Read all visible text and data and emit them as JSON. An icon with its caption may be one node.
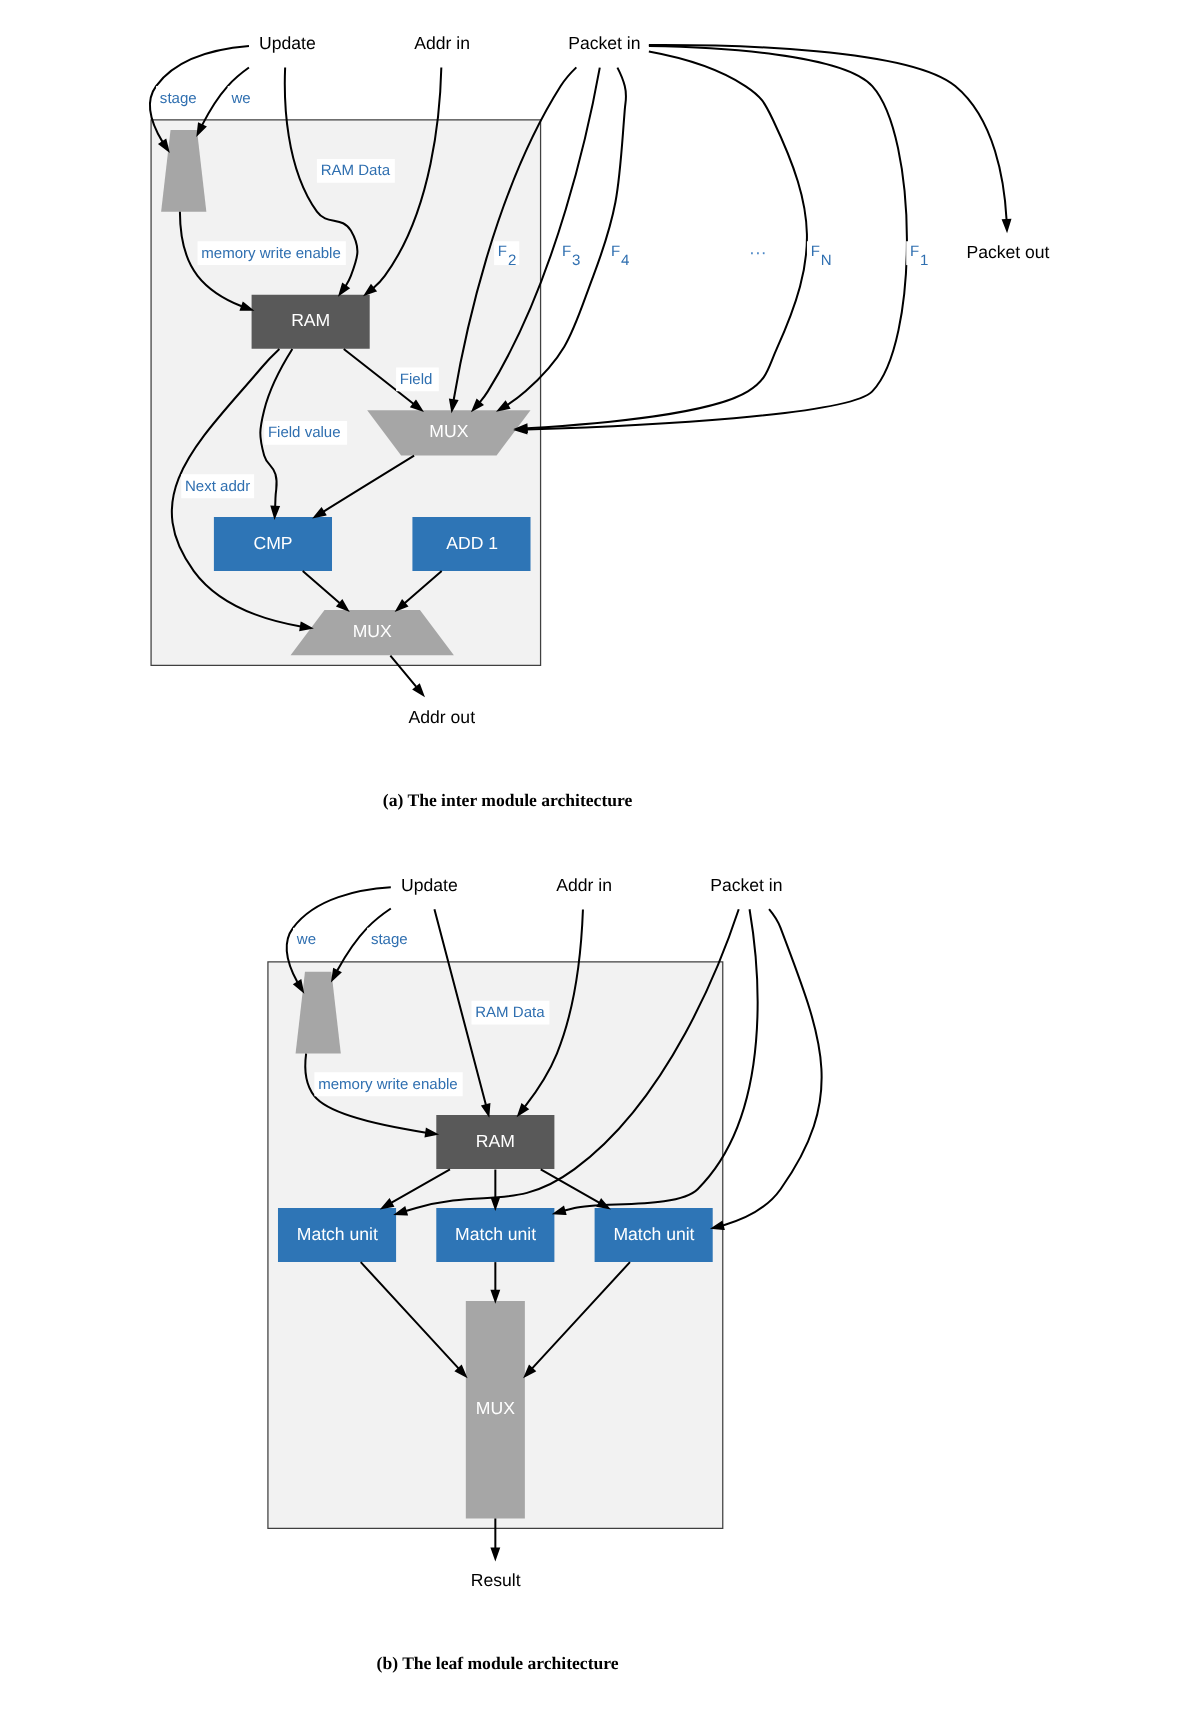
{
  "diagram": {
    "nodes": [
      {
        "text": [],
        "shape": "box"
      },
      {
        "text": [
          "Update"
        ]
      },
      {
        "text": [
          "Addr in"
        ]
      },
      {
        "text": [
          "Packet in"
        ]
      },
      {
        "text": [],
        "shape": "trapezoid",
        "in": 0
      },
      {
        "text": [
          "RAM"
        ],
        "in": 0
      },
      {
        "text": [
          "MUX"
        ],
        "in": 0
      },
      {
        "text": [
          "ADD 1"
        ],
        "in": 0
      },
      {
        "text": [
          "CMP"
        ],
        "in": 0
      },
      {
        "text": [
          "MUX"
        ],
        "in": 0
      },
      {
        "text": [
          "Addr out"
        ]
      },
      {
        "text": [
          "Packet out"
        ]
      },
      {
        "text": [],
        "shape": "box"
      },
      {
        "text": [
          "Update"
        ]
      },
      {
        "text": [
          "Addr in"
        ]
      },
      {
        "text": [
          "Packet in"
        ]
      },
      {
        "text": [],
        "shape": "trapezoid",
        "in": 12
      },
      {
        "text": [
          "RAM"
        ],
        "in": 12
      },
      {
        "text": [
          "Match unit"
        ],
        "in": 12
      },
      {
        "text": [
          "Match unit"
        ],
        "in": 12
      },
      {
        "text": [
          "Match unit"
        ],
        "in": 12
      },
      {
        "text": [
          "MUX"
        ],
        "in": 12
      },
      {
        "text": [
          "Result"
        ]
      }
    ],
    "edges": [
      {
        "from": 1,
        "to": 5,
        "arrow": "to",
        "label": "RAM Data"
      },
      {
        "from": 1,
        "to": 4,
        "arrow": "to",
        "label": "we"
      },
      {
        "from": 1,
        "to": 4,
        "arrow": "to",
        "label": "stage"
      },
      {
        "from": 4,
        "to": 5,
        "arrow": "to",
        "label": "memory write enable"
      },
      {
        "from": 2,
        "to": 5,
        "arrow": "to"
      },
      {
        "from": 3,
        "to": 6,
        "arrow": "to",
        "label": "F$_{1}$"
      },
      {
        "from": 3,
        "to": 6,
        "arrow": "to",
        "label": "F$_{2}$"
      },
      {
        "from": 3,
        "to": 6,
        "arrow": "to",
        "label": "F$_{3}$"
      },
      {
        "from": 3,
        "to": 6,
        "arrow": "to",
        "label": "F$_{4}$"
      },
      {
        "from": 3,
        "to": 6,
        "arrow": "to",
        "label": "F$_{N}$"
      },
      {
        "from": 5,
        "to": 6,
        "arrow": "to",
        "label": "Field"
      },
      {
        "from": 5,
        "to": 8,
        "arrow": "to",
        "label": "Field value"
      },
      {
        "from": 6,
        "to": 8,
        "arrow": "to"
      },
      {
        "from": 5,
        "to": 9,
        "arrow": "to",
        "label": "Next addr"
      },
      {
        "from": 7,
        "to": 9,
        "arrow": "to"
      },
      {
        "from": 8,
        "to": 9,
        "arrow": "to"
      },
      {
        "from": 9,
        "to": 10,
        "arrow": "to"
      },
      {
        "from": 3,
        "to": 11,
        "arrow": "to"
      },
      {
        "from": 13,
        "to": 17,
        "arrow": "to",
        "label": "RAM Data"
      },
      {
        "from": 13,
        "to": 16,
        "arrow": "to",
        "label": "we"
      },
      {
        "from": 13,
        "to": 16,
        "arrow": "to",
        "label": "stage"
      },
      {
        "from": 16,
        "to": 17,
        "arrow": "to",
        "label": "memory write enable"
      },
      {
        "from": 14,
        "to": 17,
        "arrow": "to"
      },
      {
        "from": 15,
        "to": 18,
        "arrow": "to"
      },
      {
        "from": 15,
        "to": 19,
        "arrow": "to"
      },
      {
        "from": 15,
        "to": 20,
        "arrow": "to"
      },
      {
        "from": 17,
        "to": 18,
        "arrow": "to"
      },
      {
        "from": 17,
        "to": 19,
        "arrow": "to"
      },
      {
        "from": 17,
        "to": 20,
        "arrow": "to"
      },
      {
        "from": 18,
        "to": 21,
        "arrow": "to"
      },
      {
        "from": 19,
        "to": 21,
        "arrow": "to"
      },
      {
        "from": 20,
        "to": 21,
        "arrow": "to"
      },
      {
        "from": 21,
        "to": 22,
        "arrow": "to"
      }
    ],
    "labels": [
      "···",
      "(a) The inter module architecture",
      "(b) The leaf module architecture"
    ]
  }
}
